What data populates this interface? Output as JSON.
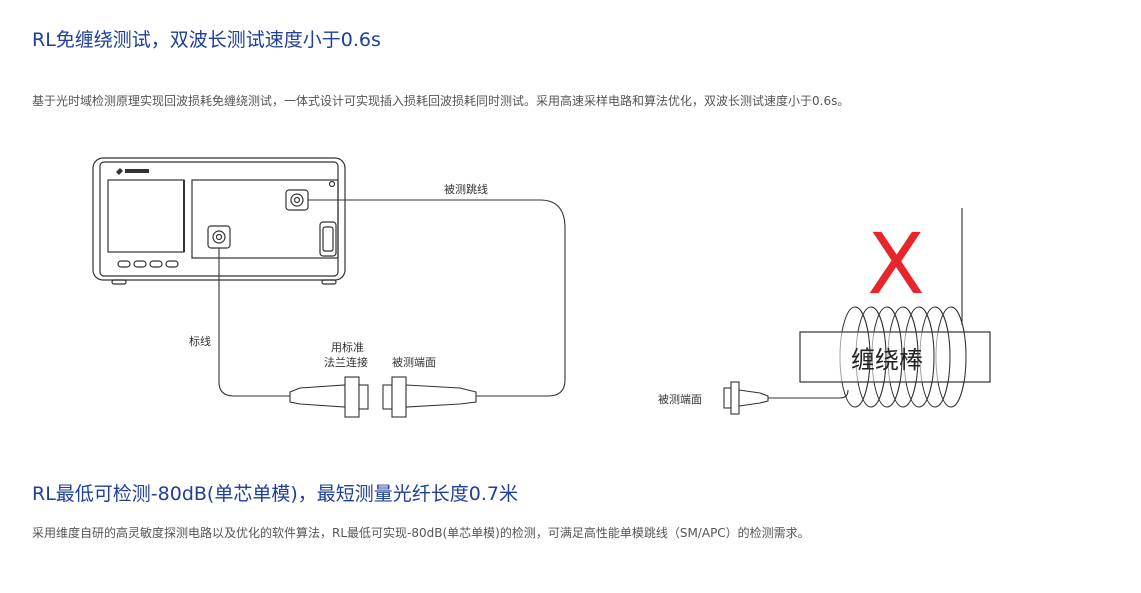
{
  "section1": {
    "title": "RL免缠绕测试，双波长测试速度小于0.6s",
    "description": "基于光时域检测原理实现回波损耗免缠绕测试，一体式设计可实现插入损耗回波损耗同时测试。采用高速采样电路和算法优化，双波长测试速度小于0.6s。"
  },
  "diagram_left": {
    "label_tested_patch_cord": "被测跳线",
    "label_reference_cord": "标线",
    "label_standard_flange_line1": "用标准",
    "label_standard_flange_line2": "法兰连接",
    "label_tested_end_face": "被测端面"
  },
  "diagram_right": {
    "mark": "X",
    "label_winding_rod": "缠绕棒",
    "label_tested_end_face": "被测端面"
  },
  "section2": {
    "title": "RL最低可检测-80dB(单芯单模)，最短测量光纤长度0.7米",
    "description": "采用维度自研的高灵敏度探测电路以及优化的软件算法，RL最低可实现-80dB(单芯单模)的检测，可满足高性能单模跳线（SM/APC）的检测需求。"
  },
  "colors": {
    "title": "#1e3f9a",
    "text": "#555555",
    "cross_mark": "#e8262a",
    "line": "#333333"
  }
}
